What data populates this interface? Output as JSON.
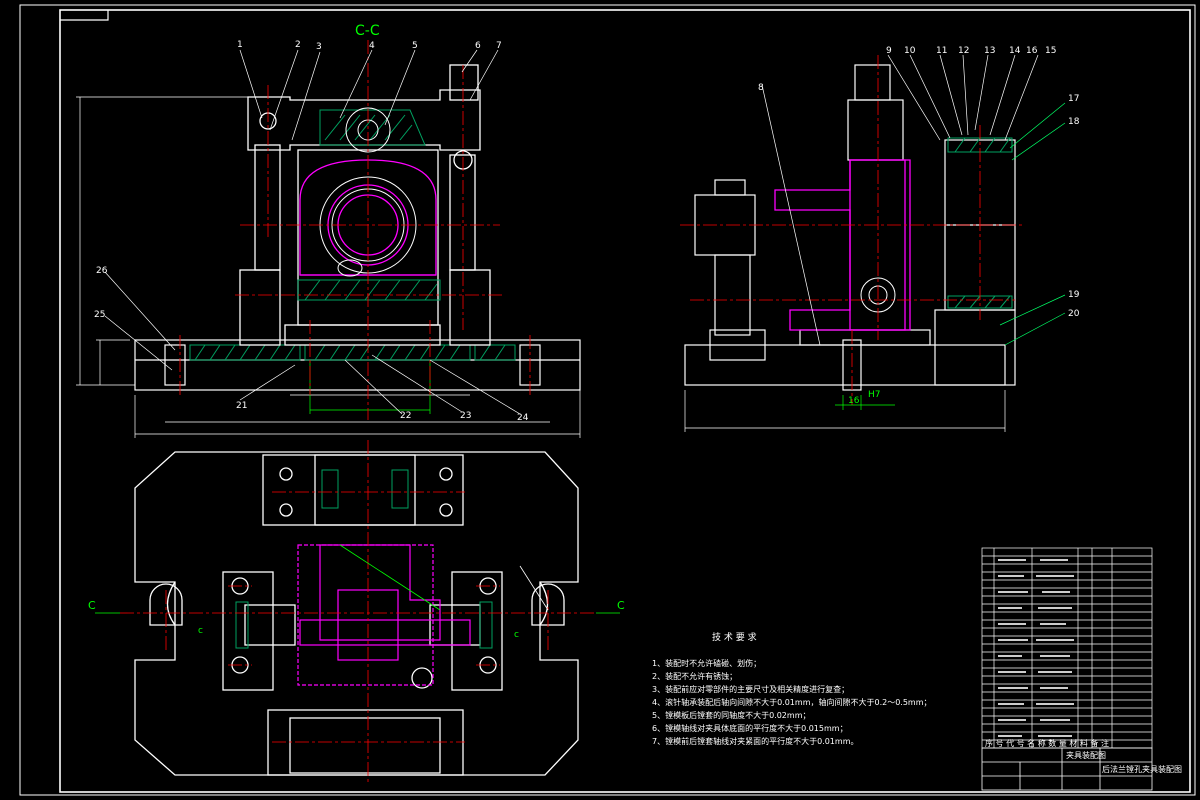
{
  "drawing": {
    "section_label": "C-C",
    "section_mark": "C",
    "section_mark_small": "c",
    "part_labels_top": [
      "1",
      "2",
      "3",
      "4",
      "5",
      "6",
      "7"
    ],
    "part_labels_right": [
      "8",
      "9",
      "10",
      "11",
      "12",
      "13",
      "14",
      "15",
      "16",
      "17",
      "18",
      "19",
      "20"
    ],
    "part_labels_bottom": [
      "21",
      "22",
      "23",
      "24",
      "25",
      "26"
    ],
    "dimension_h7": "H7",
    "dimension_16": "16"
  },
  "tech_req": {
    "title": "技 术 要 求",
    "items": [
      "1、装配时不允许磕碰、划伤；",
      "2、装配不允许有锈蚀；",
      "3、装配前应对零部件的主要尺寸及相关精度进行复查；",
      "4、滚针轴承装配后轴向间隙不大于0.01mm，轴向间隙不大于0.2～0.5mm；",
      "5、镗模板后镗套的同轴度不大于0.02mm；",
      "6、镗模轴线对夹具体底面的平行度不大于0.015mm；",
      "7、镗模前后镗套轴线对夹紧面的平行度不大于0.01mm。"
    ]
  },
  "title_block": {
    "header": "序 号 代 号 名 称 数 量 材 料 备 注",
    "title": "夹具装配图",
    "drawing_name": "后法兰镗孔夹具装配图"
  },
  "colors": {
    "background": "#000000",
    "outline": "#ffffff",
    "centerline": "#ff0000",
    "hatch": "#00a060",
    "workpiece": "#ff00ff",
    "dimension": "#00ff00",
    "leader": "#00ff66"
  }
}
